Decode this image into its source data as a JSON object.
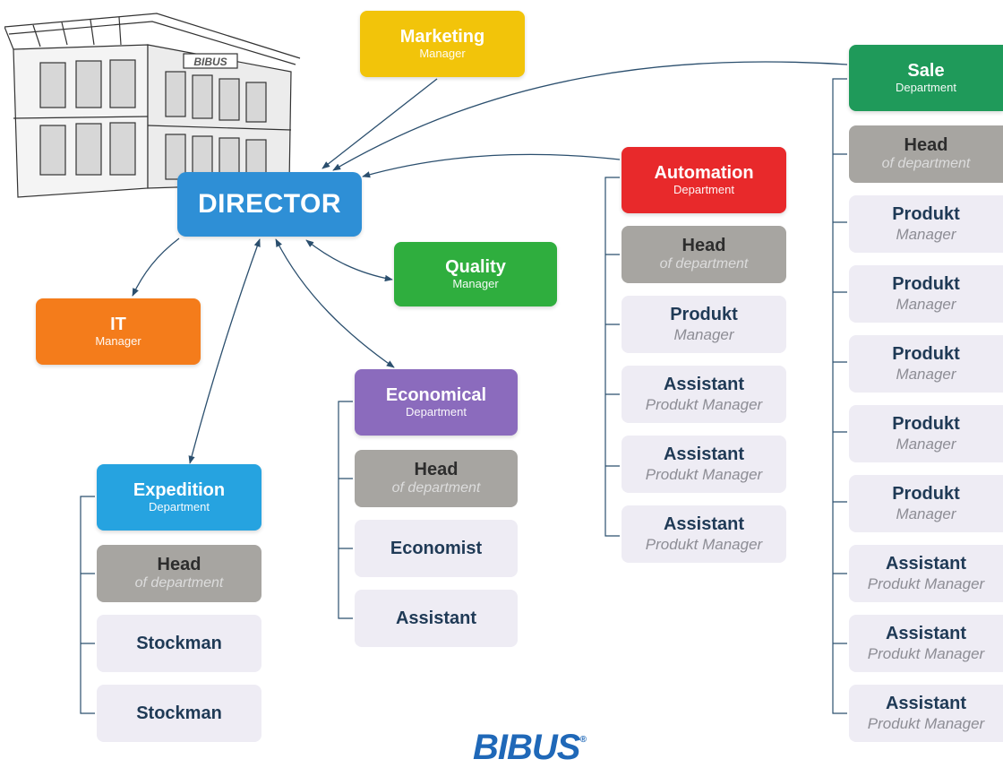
{
  "director": {
    "title": "DIRECTOR",
    "color": "#2e8fd6"
  },
  "marketing": {
    "title": "Marketing",
    "subtitle": "Manager",
    "color": "#f2c40a"
  },
  "quality": {
    "title": "Quality",
    "subtitle": "Manager",
    "color": "#2fae3e"
  },
  "it": {
    "title": "IT",
    "subtitle": "Manager",
    "color": "#f47c1b"
  },
  "building": {
    "sign": "BIBUS"
  },
  "economical": {
    "title": "Economical",
    "subtitle": "Department",
    "color": "#8b6bbd",
    "members": [
      {
        "title": "Head",
        "subtitle": "of department"
      },
      {
        "title": "Economist",
        "subtitle": ""
      },
      {
        "title": "Assistant",
        "subtitle": ""
      }
    ]
  },
  "expedition": {
    "title": "Expedition",
    "subtitle": "Department",
    "color": "#26a3e0",
    "members": [
      {
        "title": "Head",
        "subtitle": "of department"
      },
      {
        "title": "Stockman",
        "subtitle": ""
      },
      {
        "title": "Stockman",
        "subtitle": ""
      }
    ]
  },
  "automation": {
    "title": "Automation",
    "subtitle": "Department",
    "color": "#e8292b",
    "members": [
      {
        "title": "Head",
        "subtitle": "of department"
      },
      {
        "title": "Produkt",
        "subtitle": "Manager"
      },
      {
        "title": "Assistant",
        "subtitle": "Produkt Manager"
      },
      {
        "title": "Assistant",
        "subtitle": "Produkt Manager"
      },
      {
        "title": "Assistant",
        "subtitle": "Produkt Manager"
      }
    ]
  },
  "sale": {
    "title": "Sale",
    "subtitle": "Department",
    "color": "#1f9a5a",
    "members": [
      {
        "title": "Head",
        "subtitle": "of department"
      },
      {
        "title": "Produkt",
        "subtitle": "Manager"
      },
      {
        "title": "Produkt",
        "subtitle": "Manager"
      },
      {
        "title": "Produkt",
        "subtitle": "Manager"
      },
      {
        "title": "Produkt",
        "subtitle": "Manager"
      },
      {
        "title": "Produkt",
        "subtitle": "Manager"
      },
      {
        "title": "Assistant",
        "subtitle": "Produkt Manager"
      },
      {
        "title": "Assistant",
        "subtitle": "Produkt Manager"
      },
      {
        "title": "Assistant",
        "subtitle": "Produkt Manager"
      }
    ]
  },
  "logo": {
    "text": "BIBUS",
    "mark": "®"
  }
}
